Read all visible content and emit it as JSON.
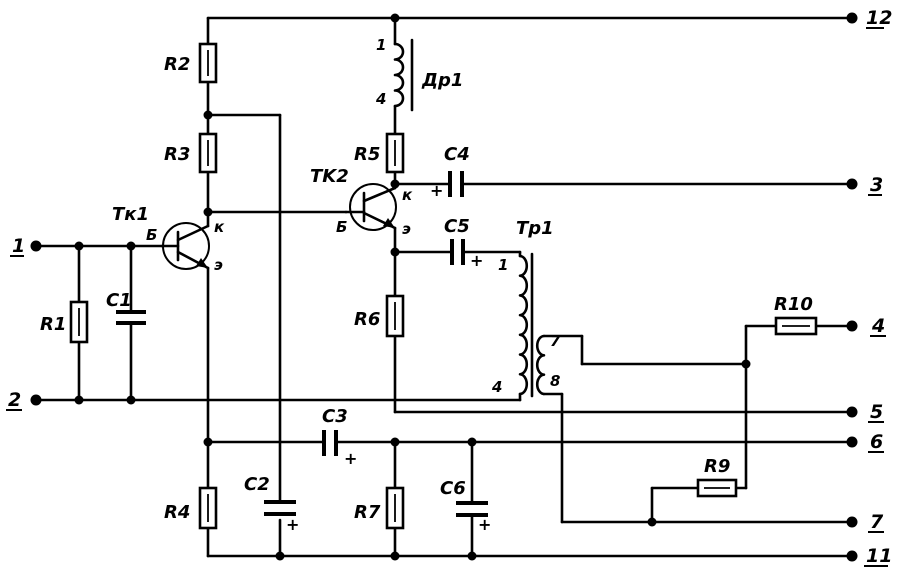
{
  "terminals": {
    "t1": "1",
    "t2": "2",
    "t3": "3",
    "t4": "4",
    "t5": "5",
    "t6": "6",
    "t7": "7",
    "t11": "11",
    "t12": "12"
  },
  "components": {
    "R1": "R1",
    "R2": "R2",
    "R3": "R3",
    "R4": "R4",
    "R5": "R5",
    "R6": "R6",
    "R7": "R7",
    "R9": "R9",
    "R10": "R10",
    "C1": "C1",
    "C2": "C2",
    "C3": "C3",
    "C4": "C4",
    "C5": "C5",
    "C6": "C6",
    "TK1": "Tк1",
    "TK2": "TK2",
    "DR1": "Др1",
    "TR1": "Тр1"
  },
  "pins": {
    "base": "Б",
    "collector": "к",
    "emitter": "э",
    "dr1_top": "1",
    "dr1_bottom": "4",
    "tr1_p1": "1",
    "tr1_p4": "4",
    "tr1_p7": "7",
    "tr1_p8": "8",
    "plus": "+"
  }
}
